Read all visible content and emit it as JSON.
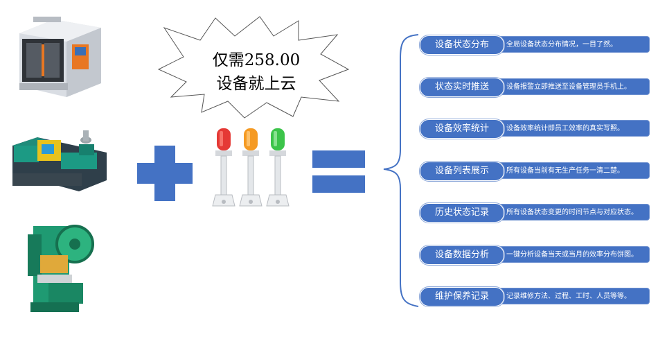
{
  "promo": {
    "line1": "仅需258.00",
    "line2": "设备就上云"
  },
  "colors": {
    "accent": "#4472c4",
    "red": "#e53935",
    "orange": "#f59a23",
    "green": "#3cc44a"
  },
  "machines": [
    "cnc-machine",
    "injection-molding-machine",
    "punch-press-machine"
  ],
  "features": [
    {
      "label": "设备状态分布",
      "desc": "全局设备状态分布情况，一目了然。"
    },
    {
      "label": "状态实时推送",
      "desc": "设备报警立即推送至设备管理员手机上。"
    },
    {
      "label": "设备效率统计",
      "desc": "设备效率统计即员工效率的真实写照。"
    },
    {
      "label": "设备列表展示",
      "desc": "所有设备当前有无生产任务一清二楚。"
    },
    {
      "label": "历史状态记录",
      "desc": "所有设备状态变更的时间节点与对应状态。"
    },
    {
      "label": "设备数据分析",
      "desc": "一键分析设备当天或当月的效率分布饼图。"
    },
    {
      "label": "维护保养记录",
      "desc": "记录维修方法、过程、工时、人员等等。"
    }
  ]
}
